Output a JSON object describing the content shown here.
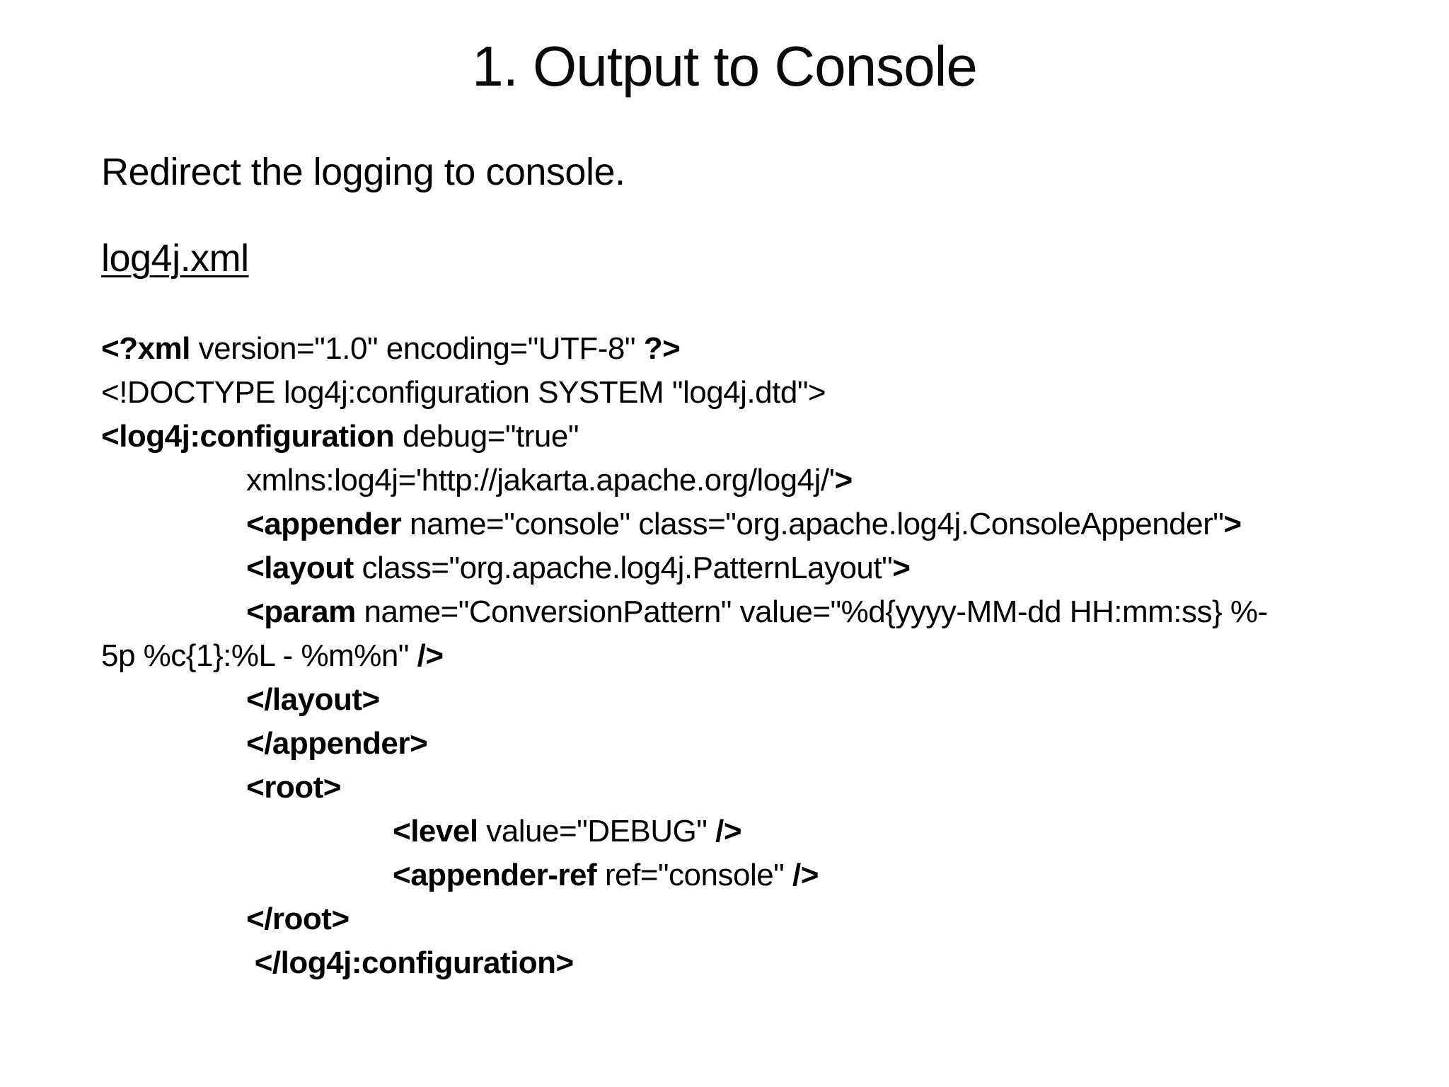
{
  "slide": {
    "title": "1. Output to Console",
    "intro": "Redirect the logging to console.",
    "filename": "log4j.xml",
    "code": {
      "lines": [
        {
          "indent": 0,
          "segments": [
            {
              "text": "<?xml",
              "bold": true
            },
            {
              "text": " version=\"1.0\" encoding=\"UTF-8\" ",
              "bold": false
            },
            {
              "text": "?>",
              "bold": true
            }
          ]
        },
        {
          "indent": 0,
          "segments": [
            {
              "text": "<!DOCTYPE log4j:configuration SYSTEM \"log4j.dtd\">",
              "bold": false
            }
          ]
        },
        {
          "indent": 0,
          "segments": [
            {
              "text": "<log4j:configuration",
              "bold": true
            },
            {
              "text": " debug=\"true\"",
              "bold": false
            }
          ]
        },
        {
          "indent": 1,
          "segments": [
            {
              "text": "xmlns:log4j='http://jakarta.apache.org/log4j/'",
              "bold": false
            },
            {
              "text": ">",
              "bold": true
            }
          ]
        },
        {
          "indent": 1,
          "segments": [
            {
              "text": "<appender",
              "bold": true
            },
            {
              "text": " name=\"console\" class=\"org.apache.log4j.ConsoleAppender\"",
              "bold": false
            },
            {
              "text": ">",
              "bold": true
            }
          ]
        },
        {
          "indent": 1,
          "segments": [
            {
              "text": "<layout",
              "bold": true
            },
            {
              "text": " class=\"org.apache.log4j.PatternLayout\"",
              "bold": false
            },
            {
              "text": ">",
              "bold": true
            }
          ]
        },
        {
          "indent": 1,
          "segments": [
            {
              "text": "<param",
              "bold": true
            },
            {
              "text": " name=\"ConversionPattern\" value=\"%d{yyyy-MM-dd HH:mm:ss} %-",
              "bold": false
            }
          ]
        },
        {
          "indent": 0,
          "segments": [
            {
              "text": "5p %c{1}:%L - %m%n\" ",
              "bold": false
            },
            {
              "text": "/>",
              "bold": true
            }
          ]
        },
        {
          "indent": 1,
          "segments": [
            {
              "text": "</layout>",
              "bold": true
            }
          ]
        },
        {
          "indent": 1,
          "segments": [
            {
              "text": "</appender>",
              "bold": true
            }
          ]
        },
        {
          "indent": 1,
          "segments": [
            {
              "text": "<root>",
              "bold": true
            }
          ]
        },
        {
          "indent": 2,
          "segments": [
            {
              "text": "<level",
              "bold": true
            },
            {
              "text": " value=\"DEBUG\" ",
              "bold": false
            },
            {
              "text": "/>",
              "bold": true
            }
          ]
        },
        {
          "indent": 2,
          "segments": [
            {
              "text": "<appender-ref",
              "bold": true
            },
            {
              "text": " ref=\"console\" ",
              "bold": false
            },
            {
              "text": "/>",
              "bold": true
            }
          ]
        },
        {
          "indent": 1,
          "segments": [
            {
              "text": "</root>",
              "bold": true
            }
          ]
        },
        {
          "indent": 1,
          "segments": [
            {
              "text": " </log4j:configuration>",
              "bold": true
            }
          ]
        }
      ]
    }
  }
}
